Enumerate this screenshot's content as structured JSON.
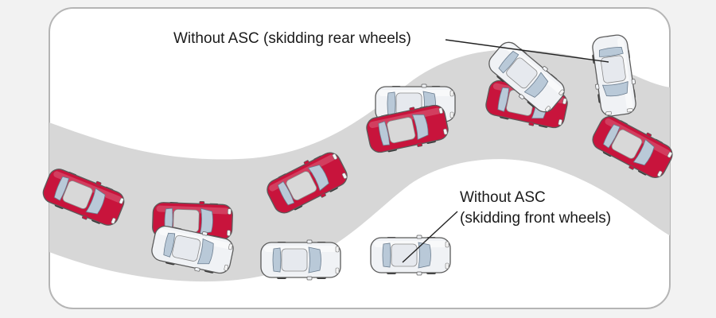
{
  "labels": {
    "rear": "Without ASC (skidding rear wheels)",
    "front_line1": "Without ASC",
    "front_line2": "(skidding front wheels)"
  },
  "colors": {
    "background": "#f2f2f2",
    "panel_fill": "#ffffff",
    "panel_border": "#b5b5b5",
    "road": "#d7d7d7",
    "car_red": "#c8143c",
    "car_white": "#f0f2f5",
    "glass": "#b9c9d8",
    "tire": "#3a3a3a",
    "leader_line": "#222222"
  },
  "cars": [
    {
      "color": "red"
    },
    {
      "color": "red"
    },
    {
      "color": "white"
    },
    {
      "color": "white"
    },
    {
      "color": "red"
    },
    {
      "color": "white"
    },
    {
      "color": "red"
    },
    {
      "color": "white"
    },
    {
      "color": "red"
    },
    {
      "color": "white"
    },
    {
      "color": "white"
    },
    {
      "color": "red"
    }
  ]
}
